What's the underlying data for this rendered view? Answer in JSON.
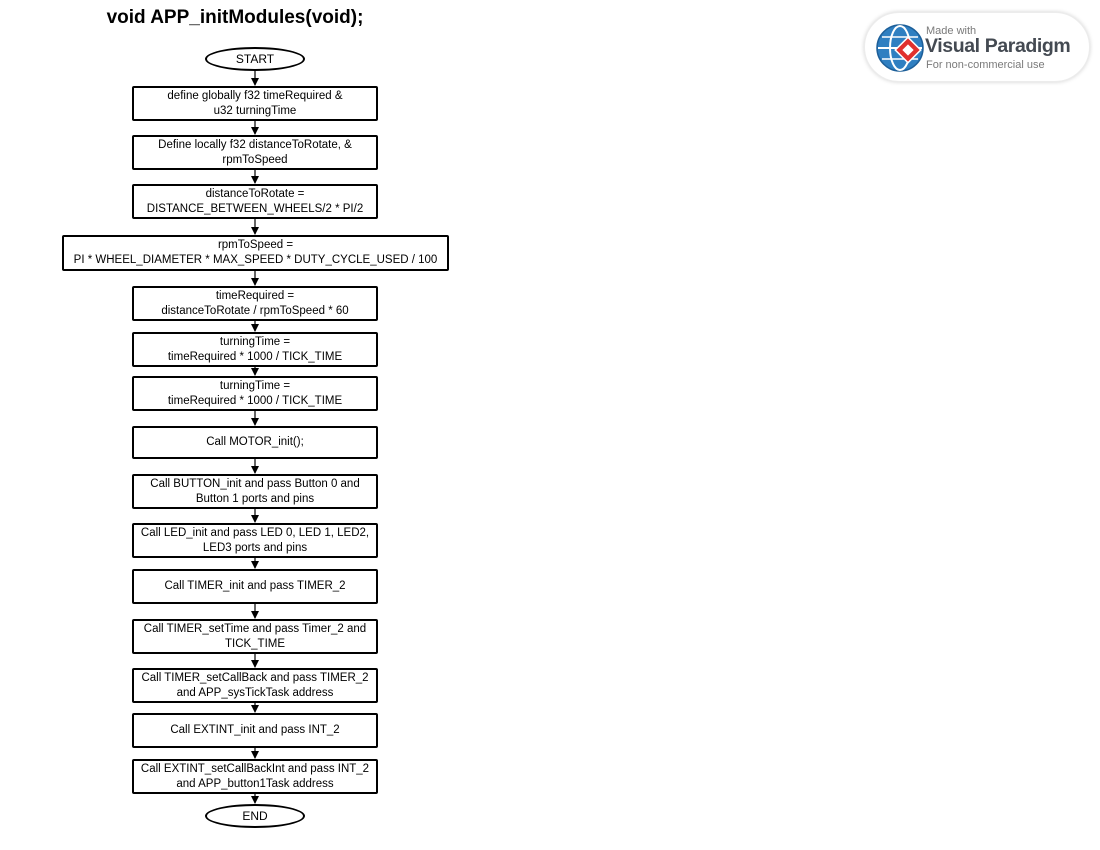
{
  "title": "void APP_initModules(void);",
  "flowchart": {
    "start_label": "START",
    "end_label": "END",
    "steps": [
      "define globally f32 timeRequired &\nu32  turningTime",
      "Define locally f32 distanceToRotate, &\nrpmToSpeed",
      "distanceToRotate =\nDISTANCE_BETWEEN_WHEELS/2 * PI/2",
      "rpmToSpeed =\nPI * WHEEL_DIAMETER * MAX_SPEED * DUTY_CYCLE_USED / 100",
      "timeRequired =\ndistanceToRotate / rpmToSpeed * 60",
      "turningTime =\ntimeRequired * 1000 / TICK_TIME",
      "turningTime =\ntimeRequired * 1000 / TICK_TIME",
      "Call MOTOR_init();",
      "Call BUTTON_init and pass Button 0 and\nButton 1 ports and pins",
      "Call LED_init and pass LED 0, LED 1, LED2,\nLED3 ports and pins",
      "Call TIMER_init and pass TIMER_2",
      "Call TIMER_setTime and pass Timer_2 and\nTICK_TIME",
      "Call TIMER_setCallBack and pass TIMER_2\nand APP_sysTickTask address",
      "Call EXTINT_init and pass INT_2",
      "Call EXTINT_setCallBackInt and pass INT_2\nand APP_button1Task address"
    ]
  },
  "watermark": {
    "made_with": "Made with",
    "brand": "Visual Paradigm",
    "usage": "For non-commercial use",
    "icon": "visual-paradigm-logo"
  }
}
